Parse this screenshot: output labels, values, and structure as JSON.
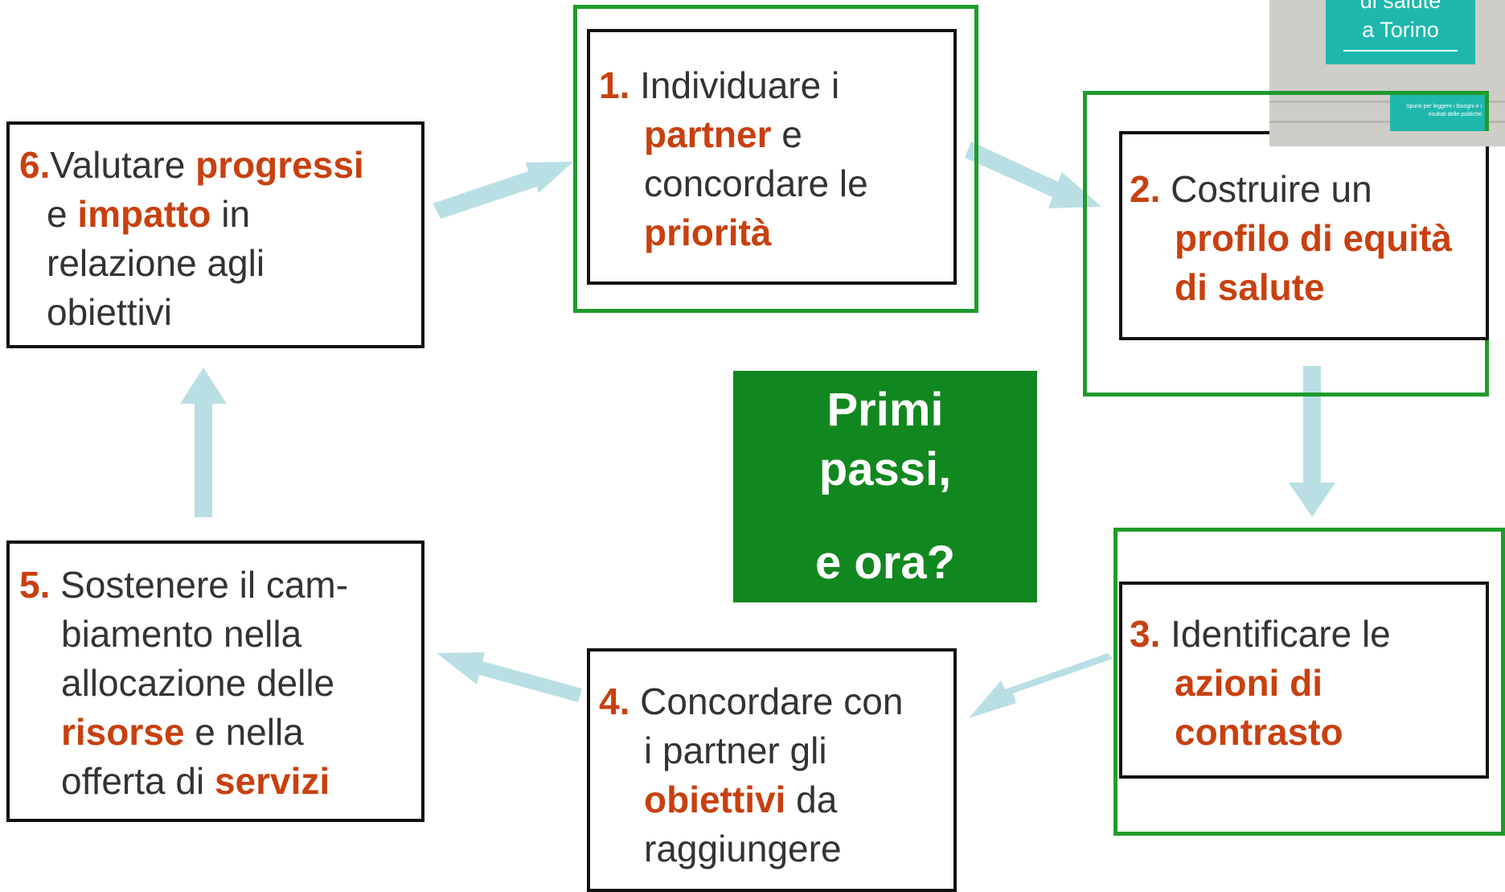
{
  "colors": {
    "accent": "#c8400f",
    "text": "#333333",
    "box_border": "#111111",
    "green_frame": "#1f9b2c",
    "center_bg": "#11881f",
    "arrow": "#b9dfe4"
  },
  "steps": [
    {
      "num": "1.",
      "lines": [
        [
          {
            "t": "Individuare i",
            "h": false
          }
        ],
        [
          {
            "t": "partner",
            "h": true
          },
          {
            "t": " e",
            "h": false
          }
        ],
        [
          {
            "t": "concordare le",
            "h": false
          }
        ],
        [
          {
            "t": "priorità",
            "h": true
          }
        ]
      ]
    },
    {
      "num": "2.",
      "lines": [
        [
          {
            "t": "Costruire un",
            "h": false
          }
        ],
        [
          {
            "t": "profilo di equità",
            "h": true
          }
        ],
        [
          {
            "t": "di salute",
            "h": true
          }
        ]
      ]
    },
    {
      "num": "3.",
      "lines": [
        [
          {
            "t": "Identificare le",
            "h": false
          }
        ],
        [
          {
            "t": "azioni di",
            "h": true
          }
        ],
        [
          {
            "t": "contrasto",
            "h": true
          }
        ]
      ]
    },
    {
      "num": "4.",
      "lines": [
        [
          {
            "t": "Concordare con",
            "h": false
          }
        ],
        [
          {
            "t": "i partner gli",
            "h": false
          }
        ],
        [
          {
            "t": "obiettivi",
            "h": true
          },
          {
            "t": " da",
            "h": false
          }
        ],
        [
          {
            "t": "raggiungere",
            "h": false
          }
        ]
      ]
    },
    {
      "num": "5.",
      "lines": [
        [
          {
            "t": "Sostenere il cam-",
            "h": false
          }
        ],
        [
          {
            "t": "biamento nella",
            "h": false
          }
        ],
        [
          {
            "t": "allocazione delle",
            "h": false
          }
        ],
        [
          {
            "t": "risorse",
            "h": true
          },
          {
            "t": " e nella",
            "h": false
          }
        ],
        [
          {
            "t": "offerta di ",
            "h": false
          },
          {
            "t": "servizi",
            "h": true
          }
        ]
      ]
    },
    {
      "num": "6.",
      "lines": [
        [
          {
            "t": "Valutare ",
            "h": false
          },
          {
            "t": "progressi",
            "h": true
          }
        ],
        [
          {
            "t": "e ",
            "h": false
          },
          {
            "t": "impatto",
            "h": true
          },
          {
            "t": " in",
            "h": false
          }
        ],
        [
          {
            "t": "relazione agli",
            "h": false
          }
        ],
        [
          {
            "t": "obiettivi",
            "h": false
          }
        ]
      ]
    }
  ],
  "center": {
    "line1": "Primi",
    "line2": "passi,",
    "line3": "e ora?"
  },
  "cover": {
    "title_line1": "di salute",
    "title_line2": "a Torino",
    "subtitle": "Spunti per leggere i bisogni e i risultati delle politiche"
  }
}
